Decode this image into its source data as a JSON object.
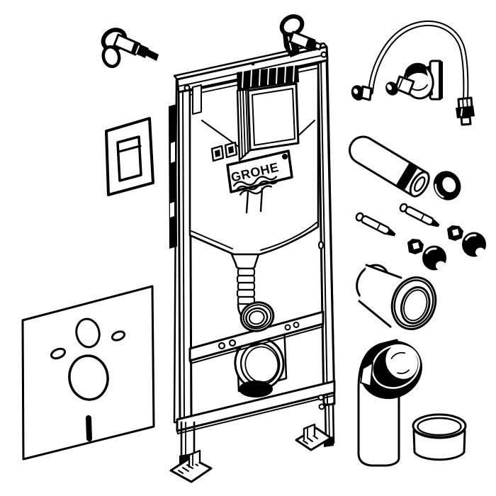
{
  "diagram": {
    "brand": "GROHE",
    "background_color": "#ffffff",
    "line_color": "#000000",
    "parts": [
      {
        "name": "wall-anchor-left",
        "label": "wall anchor bolt (loose)"
      },
      {
        "name": "wall-anchor-right",
        "label": "wall anchor bolt (mounted on frame)"
      },
      {
        "name": "flush-plate",
        "label": "flush actuation plate with button"
      },
      {
        "name": "sound-insulation-pad",
        "label": "sound insulation pad"
      },
      {
        "name": "installation-frame",
        "label": "installation frame with concealed cistern"
      },
      {
        "name": "water-supply-hose",
        "label": "flexible water supply hose"
      },
      {
        "name": "angle-valve",
        "label": "angle valve with wall flange"
      },
      {
        "name": "flush-pipe",
        "label": "flush pipe with seal ring"
      },
      {
        "name": "seal-grommet",
        "label": "rubber seal grommet"
      },
      {
        "name": "threaded-rod-upper",
        "label": "threaded fixing rod"
      },
      {
        "name": "threaded-rod-lower",
        "label": "threaded fixing rod"
      },
      {
        "name": "hex-nut-upper",
        "label": "hex nut"
      },
      {
        "name": "hex-nut-lower",
        "label": "hex nut"
      },
      {
        "name": "cover-cap-upper",
        "label": "dome cover cap"
      },
      {
        "name": "cover-cap-lower",
        "label": "dome cover cap"
      },
      {
        "name": "connection-sleeve",
        "label": "outlet connection sleeve"
      },
      {
        "name": "drain-elbow",
        "label": "drain elbow bend with seal"
      },
      {
        "name": "protection-cap",
        "label": "round protection cap / pot"
      }
    ]
  }
}
